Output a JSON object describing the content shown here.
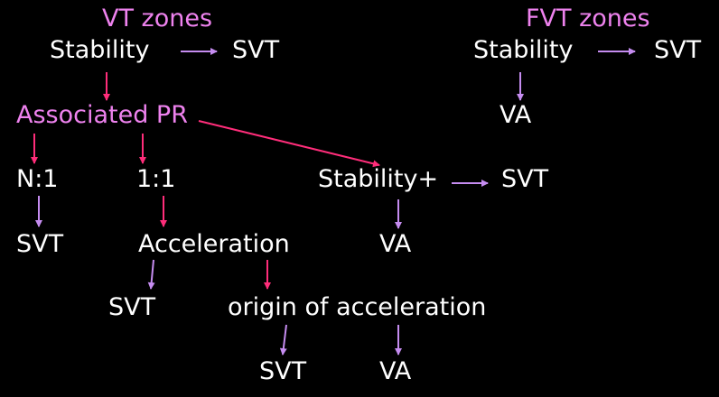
{
  "colors": {
    "background": "#000000",
    "text": "#ffffff",
    "heading": "#ee82ee",
    "arrow_violet": "#c58cf0",
    "arrow_pink": "#ff2d7a"
  },
  "vt": {
    "heading": "VT zones",
    "stability": "Stability",
    "stability_svt": "SVT",
    "associated_pr": "Associated PR",
    "n1": "N:1",
    "n1_svt": "SVT",
    "one_to_one": "1:1",
    "acceleration": "Acceleration",
    "acceleration_svt": "SVT",
    "origin": "origin of acceleration",
    "origin_svt": "SVT",
    "origin_va": "VA",
    "stability_plus": "Stability+",
    "stability_plus_svt": "SVT",
    "stability_plus_va": "VA"
  },
  "fvt": {
    "heading": "FVT zones",
    "stability": "Stability",
    "stability_svt": "SVT",
    "va": "VA"
  }
}
